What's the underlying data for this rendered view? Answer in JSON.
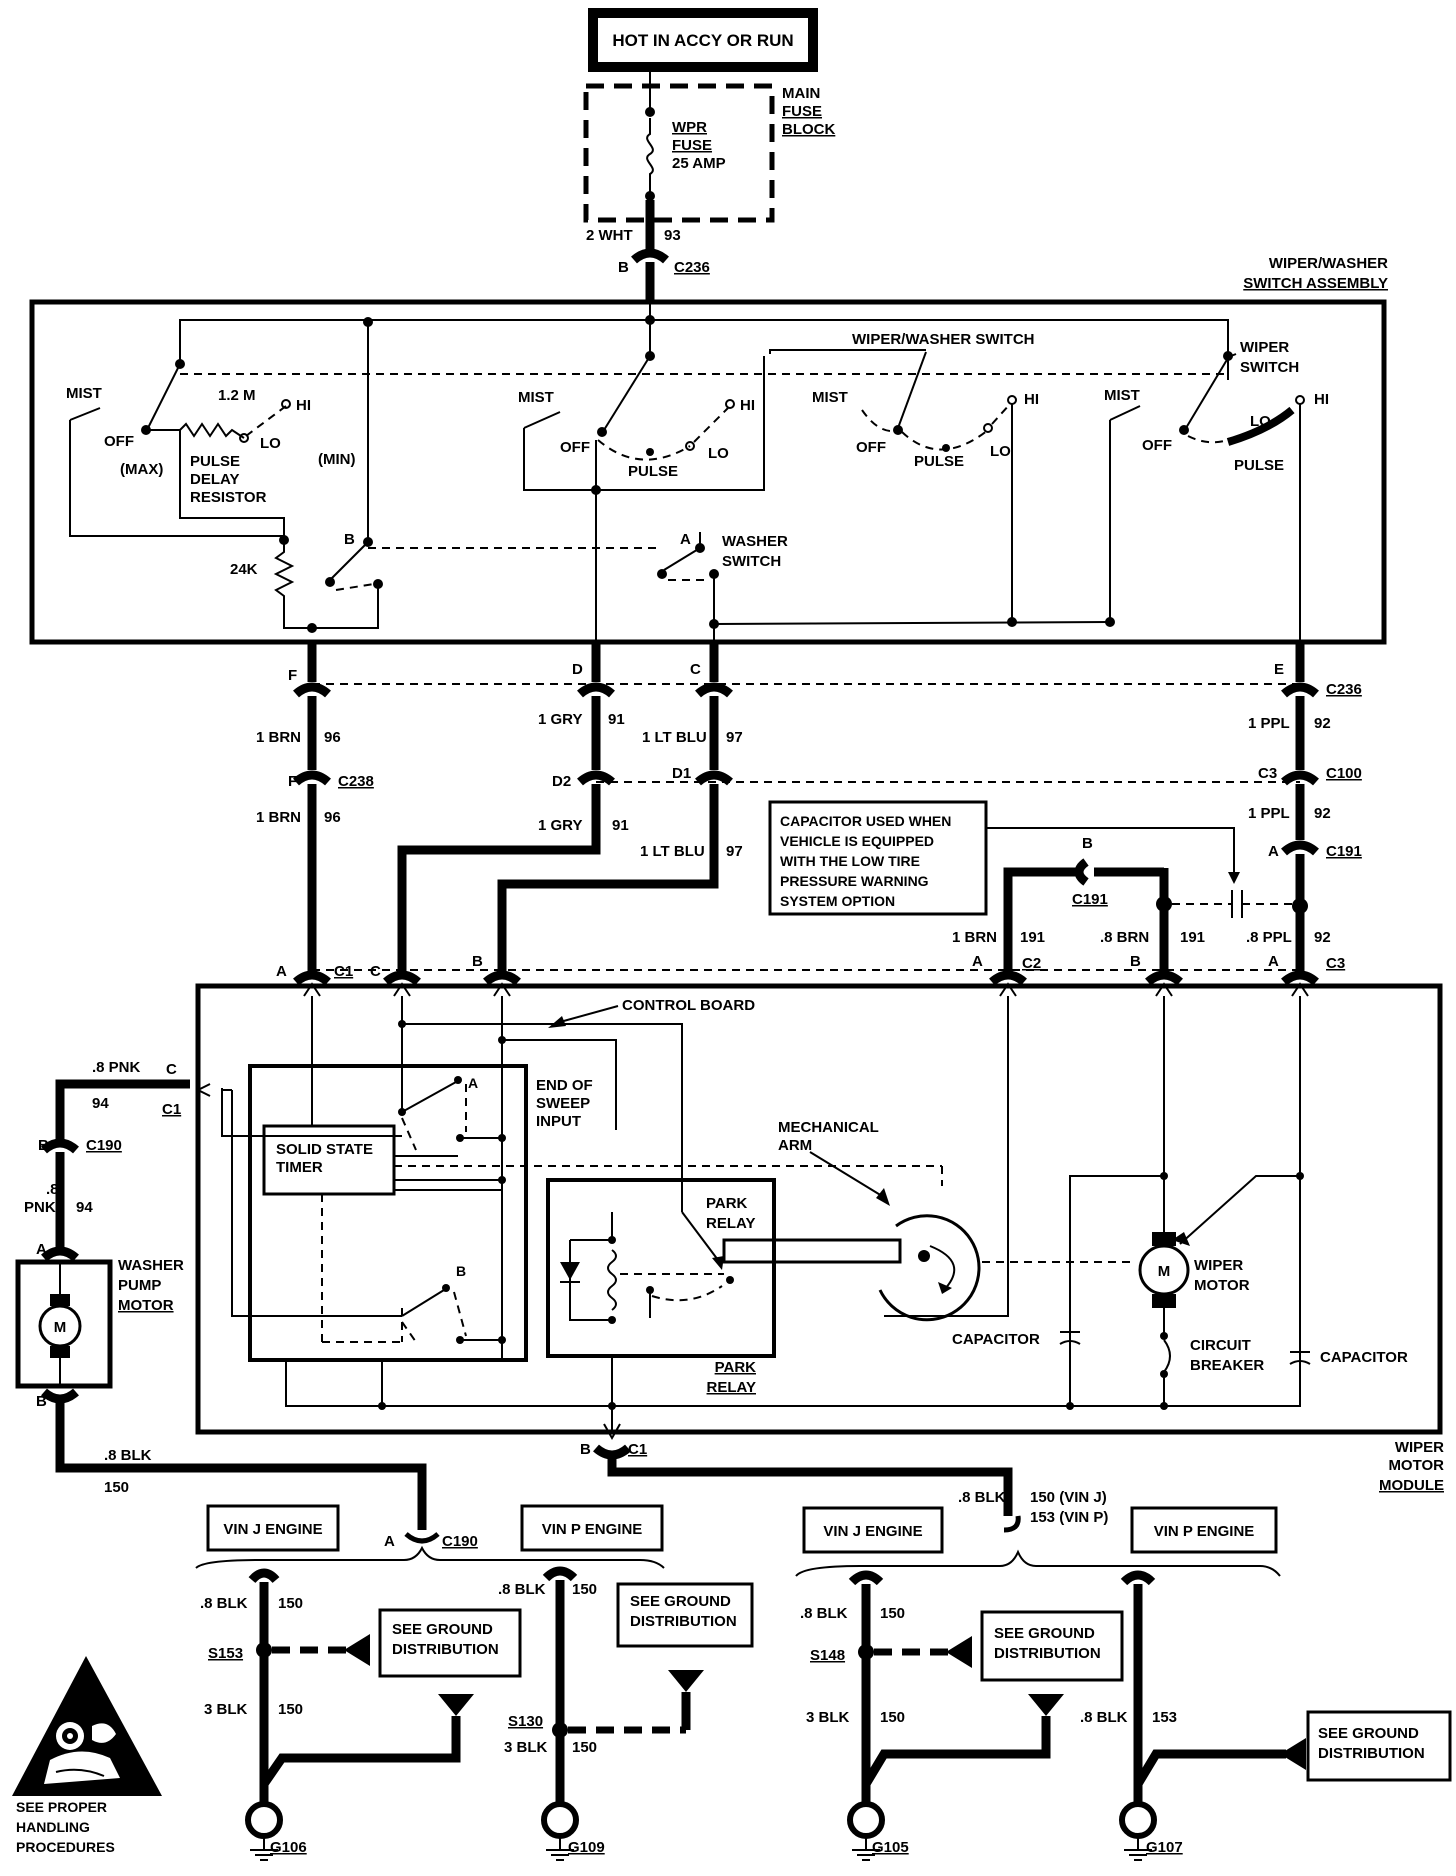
{
  "power_source": "HOT IN ACCY OR RUN",
  "fuse_block": {
    "label_1": "MAIN",
    "label_2": "FUSE",
    "label_3": "BLOCK"
  },
  "fuse": {
    "label_1": "WPR",
    "label_2": "FUSE",
    "label_3": "25 AMP"
  },
  "feed_wire": {
    "gauge_color": "2 WHT",
    "circuit": "93"
  },
  "connectors": {
    "c236_top": {
      "pin": "B",
      "name": "C236"
    },
    "c236_row": "C236",
    "c238": "C238",
    "c100": "C100",
    "c191": "C191",
    "c1": "C1",
    "c2": "C2",
    "c3": "C3",
    "c190": "C190"
  },
  "switch_assembly": {
    "label_1": "WIPER/WASHER",
    "label_2": "SWITCH ASSEMBLY"
  },
  "switch_labels": {
    "wiper_washer_switch": "WIPER/WASHER SWITCH",
    "wiper_switch_1": "WIPER",
    "wiper_switch_2": "SWITCH",
    "washer_switch_1": "WASHER",
    "washer_switch_2": "SWITCH",
    "mist": "MIST",
    "off": "OFF",
    "pulse": "PULSE",
    "lo": "LO",
    "hi": "HI",
    "max": "(MAX)",
    "min": "(MIN)",
    "resistor_value": "1.2 M",
    "pulse_delay_1": "PULSE",
    "pulse_delay_2": "DELAY",
    "pulse_delay_3": "RESISTOR",
    "resistor_24k": "24K",
    "pin_a": "A",
    "pin_b": "B"
  },
  "pins": {
    "f": "F",
    "d": "D",
    "c": "C",
    "e": "E",
    "d2": "D2",
    "d1": "D1",
    "c3": "C3",
    "a": "A",
    "b": "B"
  },
  "wires": {
    "brn_96": {
      "color": "1 BRN",
      "circuit": "96"
    },
    "gry_91": {
      "color": "1 GRY",
      "circuit": "91"
    },
    "ltblu_97": {
      "color": "1 LT BLU",
      "circuit": "97"
    },
    "ppl_92": {
      "color": "1 PPL",
      "circuit": "92"
    },
    "brn_191": {
      "color": "1 BRN",
      "circuit": "191"
    },
    "brn8_191": {
      "color": ".8 BRN",
      "circuit": "191"
    },
    "ppl8_92": {
      "color": ".8 PPL",
      "circuit": "92"
    },
    "pnk_94": {
      "color": ".8 PNK",
      "circuit": "94"
    },
    "pnk_94_split_1": ".8",
    "pnk_94_split_2": "PNK",
    "blk_150": {
      "color": ".8 BLK",
      "circuit": "150"
    },
    "blk_150_153": {
      "color": ".8 BLK",
      "circuit_1": "150 (VIN J)",
      "circuit_2": "153 (VIN P)"
    },
    "blk3": "3 BLK",
    "circuit_153": "153"
  },
  "capacitor_note": [
    "CAPACITOR USED WHEN",
    "VEHICLE IS EQUIPPED",
    "WITH THE LOW TIRE",
    "PRESSURE WARNING",
    "SYSTEM OPTION"
  ],
  "module": {
    "label_1": "WIPER",
    "label_2": "MOTOR",
    "label_3": "MODULE",
    "control_board": "CONTROL BOARD",
    "end_of_sweep_1": "END OF",
    "end_of_sweep_2": "SWEEP",
    "end_of_sweep_3": "INPUT",
    "timer_1": "SOLID STATE",
    "timer_2": "TIMER",
    "mech_arm_1": "MECHANICAL",
    "mech_arm_2": "ARM",
    "park_relay_1": "PARK",
    "park_relay_2": "RELAY",
    "wiper_motor_1": "WIPER",
    "wiper_motor_2": "MOTOR",
    "circuit_breaker_1": "CIRCUIT",
    "circuit_breaker_2": "BREAKER",
    "capacitor": "CAPACITOR",
    "motor_symbol": "M"
  },
  "washer_pump": {
    "label_1": "WASHER",
    "label_2": "PUMP",
    "label_3": "MOTOR",
    "symbol": "M"
  },
  "engines": {
    "vin_j": "VIN J ENGINE",
    "vin_p": "VIN P ENGINE"
  },
  "grounds": {
    "see_ground_1": "SEE GROUND",
    "see_ground_2": "DISTRIBUTION",
    "s153": "S153",
    "s130": "S130",
    "s148": "S148",
    "g106": "G106",
    "g109": "G109",
    "g105": "G105",
    "g107": "G107"
  },
  "handling": {
    "line_1": "SEE PROPER",
    "line_2": "HANDLING",
    "line_3": "PROCEDURES"
  }
}
